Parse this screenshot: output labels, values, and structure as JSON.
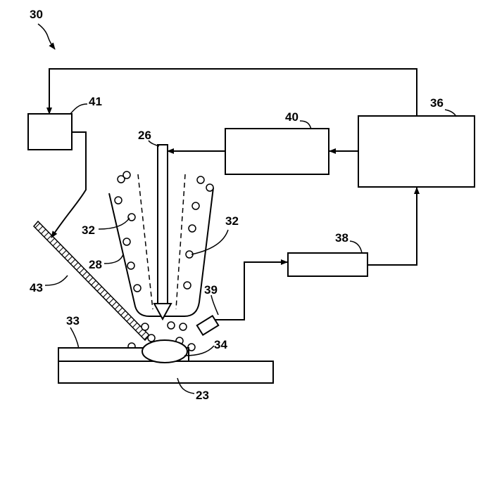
{
  "labels": {
    "ref_30": "30",
    "ref_41": "41",
    "ref_36": "36",
    "ref_40": "40",
    "ref_26": "26",
    "ref_32_left": "32",
    "ref_32_right": "32",
    "ref_28": "28",
    "ref_38": "38",
    "ref_43": "43",
    "ref_39": "39",
    "ref_33": "33",
    "ref_34": "34",
    "ref_23": "23"
  }
}
